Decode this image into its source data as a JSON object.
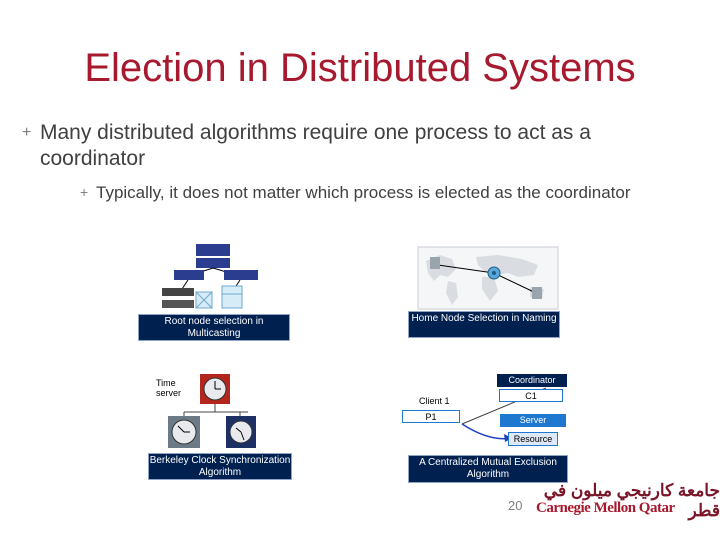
{
  "slide": {
    "title": "Election in Distributed Systems",
    "bullets": [
      {
        "marker": "+",
        "text": "Many distributed algorithms require one process to act as a coordinator"
      },
      {
        "marker": "+",
        "text": "Typically, it does not matter which process is elected as the coordinator"
      }
    ],
    "page_number": "20"
  },
  "figures": {
    "multicast": {
      "caption": "Root node selection in Multicasting"
    },
    "naming": {
      "caption": "Home Node Selection in Naming"
    },
    "berkeley": {
      "caption": "Berkeley Clock Synchronization Algorithm",
      "time_server_label": "Time server"
    },
    "mutex": {
      "caption": "A Centralized Mutual Exclusion Algorithm",
      "coordinator_label": "Coordinator",
      "client_label": "Client 1",
      "c1_label": "C1",
      "p1_label": "P1",
      "server_label": "Server",
      "resource_label": "Resource"
    }
  },
  "logo": {
    "arabic": "جامعة كارنيجي ميلون في قطر",
    "english": "Carnegie Mellon Qatar"
  },
  "colors": {
    "title": "#a6192e",
    "caption_bg": "#002050",
    "accent_blue": "#1e78d0"
  }
}
